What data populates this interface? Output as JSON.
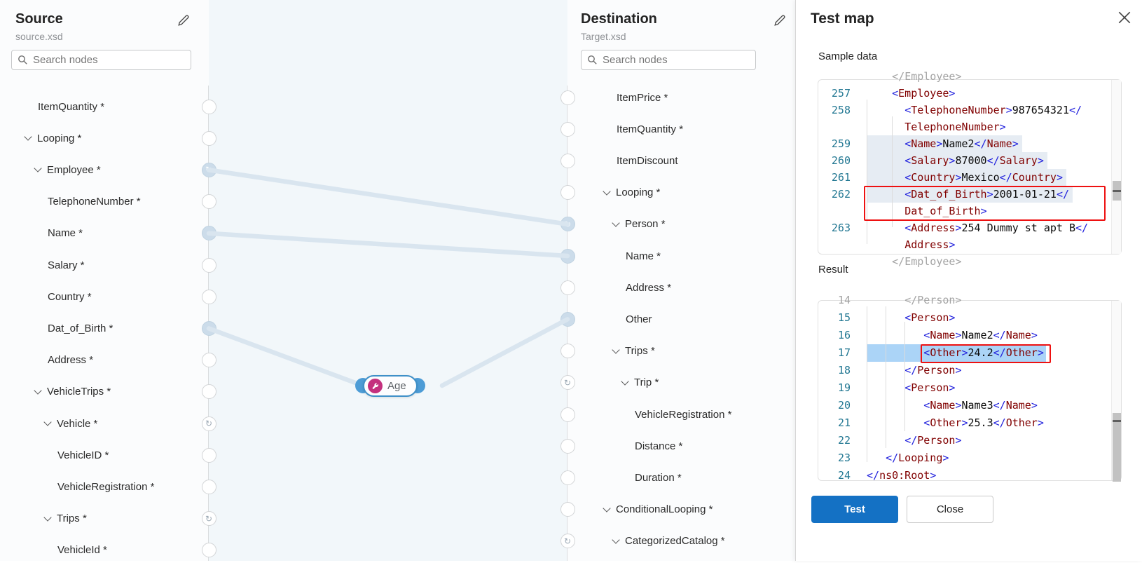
{
  "colors": {
    "accent": "#1471c4",
    "edge": "#d9e5ef",
    "handle_fill": "#ccdcea",
    "function_badge": "#c4307e",
    "red_box": "#ee1111",
    "highlight_gray": "#e6ecf3",
    "highlight_blue": "#abd4f7",
    "age_handle": "#4d9cd6"
  },
  "source_panel": {
    "title": "Source",
    "file": "source.xsd",
    "search_placeholder": "Search nodes",
    "nodes": [
      {
        "label": "ItemQuantity *",
        "depth": 1,
        "chevron": false,
        "padded": true,
        "handle": "plain"
      },
      {
        "label": "Looping *",
        "depth": 1,
        "chevron": true,
        "handle": "plain"
      },
      {
        "label": "Employee *",
        "depth": 2,
        "chevron": true,
        "handle": "loopfill"
      },
      {
        "label": "TelephoneNumber *",
        "depth": 3,
        "chevron": false,
        "handle": "plain"
      },
      {
        "label": "Name *",
        "depth": 3,
        "chevron": false,
        "handle": "filled"
      },
      {
        "label": "Salary *",
        "depth": 3,
        "chevron": false,
        "handle": "plain"
      },
      {
        "label": "Country *",
        "depth": 3,
        "chevron": false,
        "handle": "plain"
      },
      {
        "label": "Dat_of_Birth *",
        "depth": 3,
        "chevron": false,
        "handle": "filled"
      },
      {
        "label": "Address *",
        "depth": 3,
        "chevron": false,
        "handle": "plain"
      },
      {
        "label": "VehicleTrips *",
        "depth": 2,
        "chevron": true,
        "handle": "plain"
      },
      {
        "label": "Vehicle *",
        "depth": 3,
        "chevron": true,
        "handle": "loop"
      },
      {
        "label": "VehicleID *",
        "depth": 4,
        "chevron": false,
        "handle": "plain"
      },
      {
        "label": "VehicleRegistration *",
        "depth": 4,
        "chevron": false,
        "handle": "plain"
      },
      {
        "label": "Trips *",
        "depth": 3,
        "chevron": true,
        "handle": "loop"
      },
      {
        "label": "VehicleId *",
        "depth": 4,
        "chevron": false,
        "handle": "plain"
      }
    ]
  },
  "destination_panel": {
    "title": "Destination",
    "file": "Target.xsd",
    "search_placeholder": "Search nodes",
    "nodes": [
      {
        "label": "ItemPrice *",
        "depth": 1,
        "chevron": false,
        "padded": true,
        "handle": "plain"
      },
      {
        "label": "ItemQuantity *",
        "depth": 1,
        "chevron": false,
        "padded": true,
        "handle": "plain"
      },
      {
        "label": "ItemDiscount",
        "depth": 1,
        "chevron": false,
        "padded": true,
        "handle": "plain"
      },
      {
        "label": "Looping *",
        "depth": 1,
        "chevron": true,
        "handle": "plain"
      },
      {
        "label": "Person *",
        "depth": 2,
        "chevron": true,
        "handle": "loopfill"
      },
      {
        "label": "Name *",
        "depth": 3,
        "chevron": false,
        "handle": "filled"
      },
      {
        "label": "Address *",
        "depth": 3,
        "chevron": false,
        "handle": "plain"
      },
      {
        "label": "Other",
        "depth": 3,
        "chevron": false,
        "handle": "filled"
      },
      {
        "label": "Trips *",
        "depth": 2,
        "chevron": true,
        "handle": "plain"
      },
      {
        "label": "Trip *",
        "depth": 3,
        "chevron": true,
        "handle": "loop"
      },
      {
        "label": "VehicleRegistration *",
        "depth": 4,
        "chevron": false,
        "handle": "plain"
      },
      {
        "label": "Distance *",
        "depth": 4,
        "chevron": false,
        "handle": "plain"
      },
      {
        "label": "Duration *",
        "depth": 4,
        "chevron": false,
        "handle": "plain"
      },
      {
        "label": "ConditionalLooping *",
        "depth": 1,
        "chevron": true,
        "handle": "plain"
      },
      {
        "label": "CategorizedCatalog *",
        "depth": 2,
        "chevron": true,
        "handle": "loop"
      }
    ]
  },
  "canvas": {
    "function_node": {
      "label": "Age",
      "icon": "function-wrench-icon"
    },
    "loop_glyph": "↻",
    "connections": [
      {
        "from": {
          "panel": "source",
          "node": "Employee *"
        },
        "to": {
          "panel": "destination",
          "node": "Person *"
        }
      },
      {
        "from": {
          "panel": "source",
          "node": "Name *"
        },
        "to": {
          "panel": "destination",
          "node": "Name *"
        }
      },
      {
        "from": {
          "panel": "source",
          "node": "Dat_of_Birth *"
        },
        "to": {
          "panel": "function"
        }
      },
      {
        "from": {
          "panel": "function"
        },
        "to": {
          "panel": "destination",
          "node": "Other"
        }
      }
    ]
  },
  "test_panel": {
    "title": "Test map",
    "sample_label": "Sample data",
    "result_label": "Result",
    "test_button": "Test",
    "close_button": "Close",
    "sample_lines": [
      {
        "n": "",
        "faded": 1,
        "seg": [
          [
            "    ",
            "s"
          ],
          [
            "</",
            "p"
          ],
          [
            "Employee",
            "t"
          ],
          [
            ">",
            "p"
          ]
        ]
      },
      {
        "n": "257",
        "seg": [
          [
            "    ",
            "s"
          ],
          [
            "<",
            "p"
          ],
          [
            "Employee",
            "t"
          ],
          [
            ">",
            "p"
          ]
        ]
      },
      {
        "n": "258",
        "seg": [
          [
            "      ",
            "s"
          ],
          [
            "<",
            "p"
          ],
          [
            "TelephoneNumber",
            "t"
          ],
          [
            ">",
            "p"
          ],
          [
            "987654321",
            "v"
          ],
          [
            "</",
            "p"
          ]
        ]
      },
      {
        "n": "",
        "seg": [
          [
            "      ",
            "s"
          ],
          [
            "TelephoneNumber",
            "t"
          ],
          [
            ">",
            "p"
          ]
        ]
      },
      {
        "n": "259",
        "hl": "gray",
        "seg": [
          [
            "      ",
            "s"
          ],
          [
            "<",
            "p"
          ],
          [
            "Name",
            "t"
          ],
          [
            ">",
            "p"
          ],
          [
            "Name2",
            "v"
          ],
          [
            "</",
            "p"
          ],
          [
            "Name",
            "t"
          ],
          [
            ">",
            "p"
          ]
        ]
      },
      {
        "n": "260",
        "hl": "gray",
        "seg": [
          [
            "      ",
            "s"
          ],
          [
            "<",
            "p"
          ],
          [
            "Salary",
            "t"
          ],
          [
            ">",
            "p"
          ],
          [
            "87000",
            "v"
          ],
          [
            "</",
            "p"
          ],
          [
            "Salary",
            "t"
          ],
          [
            ">",
            "p"
          ]
        ]
      },
      {
        "n": "261",
        "hl": "gray",
        "seg": [
          [
            "      ",
            "s"
          ],
          [
            "<",
            "p"
          ],
          [
            "Country",
            "t"
          ],
          [
            ">",
            "p"
          ],
          [
            "Mexico",
            "v"
          ],
          [
            "</",
            "p"
          ],
          [
            "Country",
            "t"
          ],
          [
            ">",
            "p"
          ]
        ]
      },
      {
        "n": "262",
        "hl": "gray",
        "seg": [
          [
            "      ",
            "s",
            1
          ],
          [
            "<",
            "p",
            1
          ],
          [
            "Dat_of_Birth",
            "t",
            1
          ],
          [
            ">",
            "p",
            1
          ],
          [
            "2001-01-21",
            "v",
            1
          ],
          [
            "</",
            "p",
            1
          ]
        ]
      },
      {
        "n": "",
        "seg": [
          [
            "      ",
            "s",
            1
          ],
          [
            "Dat_of_Birth",
            "t",
            1
          ],
          [
            ">",
            "p",
            1
          ]
        ]
      },
      {
        "n": "263",
        "seg": [
          [
            "      ",
            "s"
          ],
          [
            "<",
            "p"
          ],
          [
            "Address",
            "t"
          ],
          [
            ">",
            "p"
          ],
          [
            "254 Dummy st apt B",
            "v"
          ],
          [
            "</",
            "p"
          ]
        ]
      },
      {
        "n": "",
        "seg": [
          [
            "      ",
            "s"
          ],
          [
            "Address",
            "t"
          ],
          [
            ">",
            "p"
          ]
        ]
      },
      {
        "n": "",
        "faded": 1,
        "seg": [
          [
            "    ",
            "s"
          ],
          [
            "</",
            "p"
          ],
          [
            "Employee",
            "t"
          ],
          [
            ">",
            "p"
          ]
        ]
      }
    ],
    "result_lines": [
      {
        "n": "14",
        "faded": 1,
        "seg": [
          [
            "      ",
            "s"
          ],
          [
            "</",
            "p"
          ],
          [
            "Person",
            "t"
          ],
          [
            ">",
            "p"
          ]
        ]
      },
      {
        "n": "15",
        "seg": [
          [
            "      ",
            "s"
          ],
          [
            "<",
            "p"
          ],
          [
            "Person",
            "t"
          ],
          [
            ">",
            "p"
          ]
        ]
      },
      {
        "n": "16",
        "seg": [
          [
            "         ",
            "s"
          ],
          [
            "<",
            "p"
          ],
          [
            "Name",
            "t"
          ],
          [
            ">",
            "p"
          ],
          [
            "Name2",
            "v"
          ],
          [
            "</",
            "p"
          ],
          [
            "Name",
            "t"
          ],
          [
            ">",
            "p"
          ]
        ]
      },
      {
        "n": "17",
        "hl": "blue",
        "seg": [
          [
            "         ",
            "s"
          ],
          [
            "<",
            "p",
            1
          ],
          [
            "Other",
            "t",
            1
          ],
          [
            ">",
            "p",
            1
          ],
          [
            "24.2",
            "v",
            1
          ],
          [
            "</",
            "p",
            1
          ],
          [
            "Other",
            "t",
            1
          ],
          [
            ">",
            "p",
            1
          ]
        ]
      },
      {
        "n": "18",
        "seg": [
          [
            "      ",
            "s"
          ],
          [
            "</",
            "p"
          ],
          [
            "Person",
            "t"
          ],
          [
            ">",
            "p"
          ]
        ]
      },
      {
        "n": "19",
        "seg": [
          [
            "      ",
            "s"
          ],
          [
            "<",
            "p"
          ],
          [
            "Person",
            "t"
          ],
          [
            ">",
            "p"
          ]
        ]
      },
      {
        "n": "20",
        "seg": [
          [
            "         ",
            "s"
          ],
          [
            "<",
            "p"
          ],
          [
            "Name",
            "t"
          ],
          [
            ">",
            "p"
          ],
          [
            "Name3",
            "v"
          ],
          [
            "</",
            "p"
          ],
          [
            "Name",
            "t"
          ],
          [
            ">",
            "p"
          ]
        ]
      },
      {
        "n": "21",
        "seg": [
          [
            "         ",
            "s"
          ],
          [
            "<",
            "p"
          ],
          [
            "Other",
            "t"
          ],
          [
            ">",
            "p"
          ],
          [
            "25.3",
            "v"
          ],
          [
            "</",
            "p"
          ],
          [
            "Other",
            "t"
          ],
          [
            ">",
            "p"
          ]
        ]
      },
      {
        "n": "22",
        "seg": [
          [
            "      ",
            "s"
          ],
          [
            "</",
            "p"
          ],
          [
            "Person",
            "t"
          ],
          [
            ">",
            "p"
          ]
        ]
      },
      {
        "n": "23",
        "seg": [
          [
            "   ",
            "s"
          ],
          [
            "</",
            "p"
          ],
          [
            "Looping",
            "t"
          ],
          [
            ">",
            "p"
          ]
        ]
      },
      {
        "n": "24",
        "seg": [
          [
            "</",
            "p"
          ],
          [
            "ns0:Root",
            "t"
          ],
          [
            ">",
            "p"
          ]
        ]
      }
    ]
  }
}
